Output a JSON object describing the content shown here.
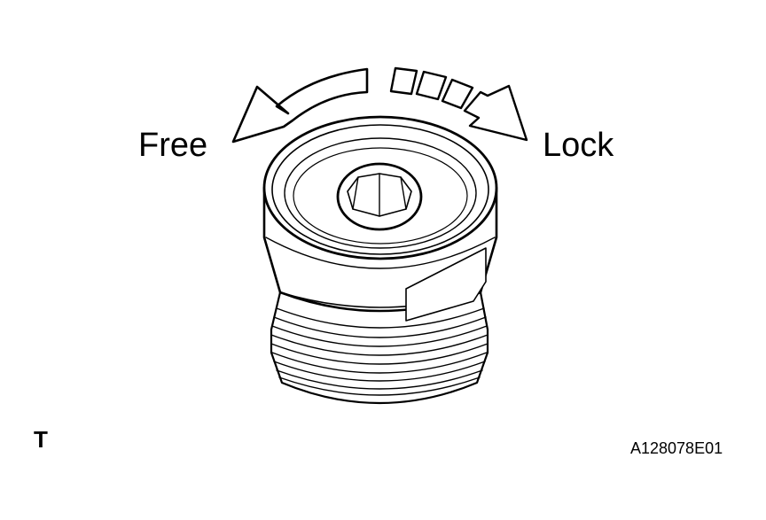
{
  "labels": {
    "free": "Free",
    "lock": "Lock",
    "corner_mark": "T",
    "figure_code": "A128078E01"
  },
  "colors": {
    "line": "#000000",
    "background": "#ffffff"
  }
}
